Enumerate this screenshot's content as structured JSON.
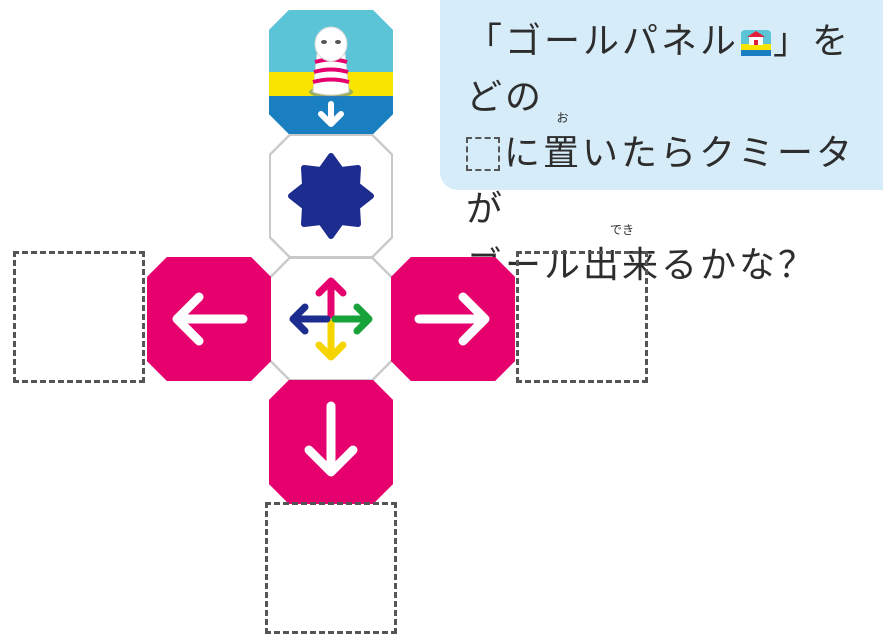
{
  "question": {
    "line1_pre": "「ゴールパネル",
    "line1_post": "」をどの",
    "line2_a": "に",
    "line2_ruby_base": "置",
    "line2_ruby_text": "お",
    "line2_b": "いたらクミータが",
    "line3_a": "ゴール",
    "line3_ruby_base": "出来",
    "line3_ruby_text": "でき",
    "line3_b": "るかな？"
  },
  "board": {
    "tiles": [
      {
        "name": "goal-panel",
        "kind": "goal"
      },
      {
        "name": "star-panel",
        "kind": "blue-star"
      },
      {
        "name": "four-way-arrow-panel",
        "kind": "multi-arrow"
      },
      {
        "name": "left-arrow-panel",
        "kind": "arrow-left"
      },
      {
        "name": "right-arrow-panel",
        "kind": "arrow-right"
      },
      {
        "name": "down-arrow-panel",
        "kind": "arrow-down"
      }
    ],
    "empty_slots": [
      "left-slot",
      "right-slot",
      "bottom-slot"
    ]
  },
  "colors": {
    "magenta": "#e5006e",
    "navy": "#1d2c8f",
    "green": "#17a23a",
    "yellow": "#f6d400",
    "sky": "#5bc4d6",
    "sea": "#1a7fc0",
    "sand": "#f7e400",
    "bubble": "#d6ecf8"
  }
}
